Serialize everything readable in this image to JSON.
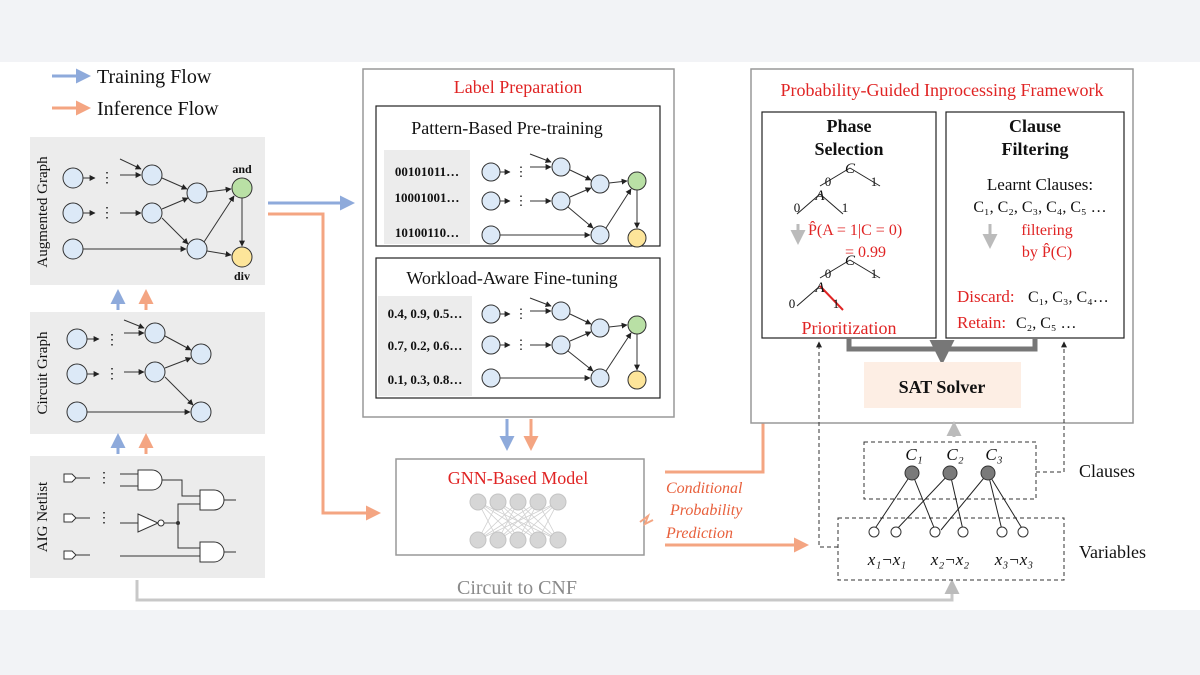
{
  "legend": {
    "training": "Training Flow",
    "inference": "Inference Flow"
  },
  "left_panels": {
    "augmented_graph": "Augmented Graph",
    "circuit_graph": "Circuit Graph",
    "aig_netlist": "AIG Netlist",
    "and_label": "and",
    "div_label": "div"
  },
  "label_preparation": {
    "title": "Label Preparation",
    "pretraining": {
      "title": "Pattern-Based Pre-training",
      "rows": [
        "00101011…",
        "10001001…",
        "10100110…"
      ]
    },
    "finetuning": {
      "title": "Workload-Aware Fine-tuning",
      "rows": [
        "0.4, 0.9, 0.5…",
        "0.7, 0.2, 0.6…",
        "0.1, 0.3, 0.8…"
      ]
    }
  },
  "model": {
    "title": "GNN-Based Model",
    "prediction_line1": "Conditional",
    "prediction_line2": "Probability",
    "prediction_line3": "Prediction"
  },
  "circuit_to_cnf": "Circuit to CNF",
  "framework": {
    "title": "Probability-Guided Inprocessing Framework",
    "phase": {
      "title_line1": "Phase",
      "title_line2": "Selection",
      "node_c": "C",
      "node_a": "A",
      "edge_0": "0",
      "edge_1": "1",
      "prob_line1": "P̂(A = 1|C = 0)",
      "prob_line2": "= 0.99",
      "prioritization": "Prioritization"
    },
    "filter": {
      "title_line1": "Clause",
      "title_line2": "Filtering",
      "learnt": "Learnt Clauses:",
      "learnt_list": "C₁, C₂, C₃, C₄, C₅ …",
      "filtering": "filtering",
      "by": "by P̂(C)",
      "discard_label": "Discard:",
      "discard_list": "C₁, C₃, C₄…",
      "retain_label": "Retain:",
      "retain_list": "C₂, C₅ …"
    },
    "solver": "SAT Solver"
  },
  "cnf": {
    "clauses_label": "Clauses",
    "variables_label": "Variables",
    "clauses": [
      "C₁",
      "C₂",
      "C₃"
    ],
    "variables": [
      "x₁¬x₁",
      "x₂¬x₂",
      "x₃¬x₃"
    ]
  },
  "colors": {
    "training": "#8eaadb",
    "inference": "#f4a582",
    "red": "#e02424",
    "node_blue": "#dce9f7",
    "node_green": "#b9e0a5",
    "node_yellow": "#fde59a",
    "solver_bg": "#fdeee4"
  }
}
